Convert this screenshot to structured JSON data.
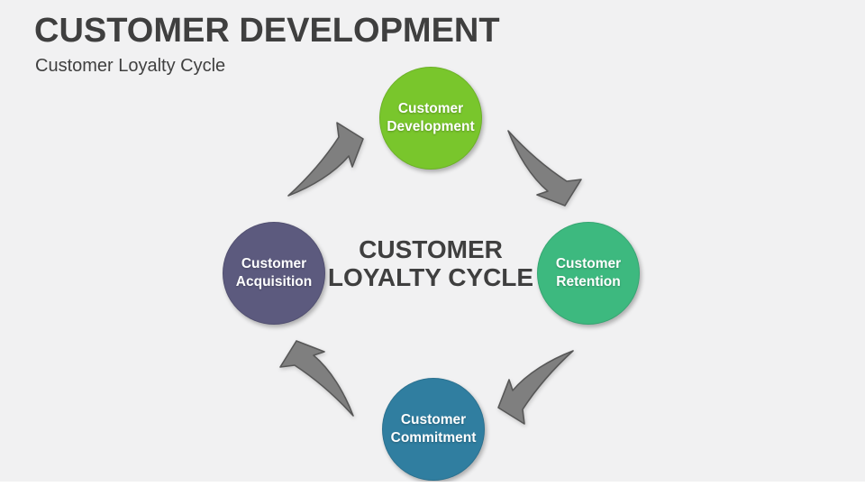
{
  "slide": {
    "title": "CUSTOMER DEVELOPMENT",
    "subtitle": "Customer Loyalty Cycle",
    "title_color": "#3f3f3f",
    "subtitle_color": "#404040",
    "background_color": "#f1f1f2",
    "center_label": {
      "line1": "CUSTOMER",
      "line2": "LOYALTY CYCLE",
      "color": "#3f3f3f"
    },
    "nodes": [
      {
        "id": "customer-development",
        "line1": "Customer",
        "line2": "Development",
        "color": "#79c62c",
        "text_color": "#ffffff",
        "position": "top"
      },
      {
        "id": "customer-retention",
        "line1": "Customer",
        "line2": "Retention",
        "color": "#3db97f",
        "text_color": "#ffffff",
        "position": "right"
      },
      {
        "id": "customer-commitment",
        "line1": "Customer",
        "line2": "Commitment",
        "color": "#307ea0",
        "text_color": "#ffffff",
        "position": "bottom"
      },
      {
        "id": "customer-acquisition",
        "line1": "Customer",
        "line2": "Acquisition",
        "color": "#5c5a7e",
        "text_color": "#ffffff",
        "position": "left"
      }
    ],
    "arrows": {
      "direction": "clockwise",
      "count": 4,
      "fill_color": "#7f7f7f",
      "stroke_color": "#575757"
    }
  }
}
